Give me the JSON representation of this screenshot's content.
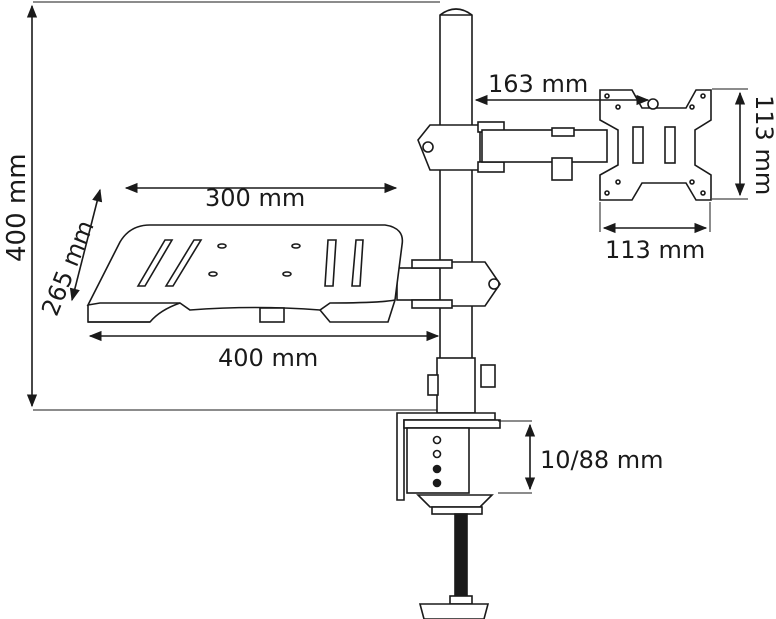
{
  "diagram": {
    "subject": "Monitor and laptop tray desk mount",
    "line_color": "#1a1a1a",
    "background": "#ffffff",
    "dimensions": {
      "total_height": "400 mm",
      "arm_reach": "163 mm",
      "vesa_height": "113 mm",
      "vesa_width": "113 mm",
      "tray_top_width": "300 mm",
      "tray_depth": "265 mm",
      "tray_reach": "400 mm",
      "clamp_range": "10/88 mm"
    },
    "components": [
      "pole",
      "monitor-arm",
      "vesa-plate",
      "laptop-tray",
      "tray-arm",
      "desk-clamp",
      "clamp-screw"
    ]
  }
}
